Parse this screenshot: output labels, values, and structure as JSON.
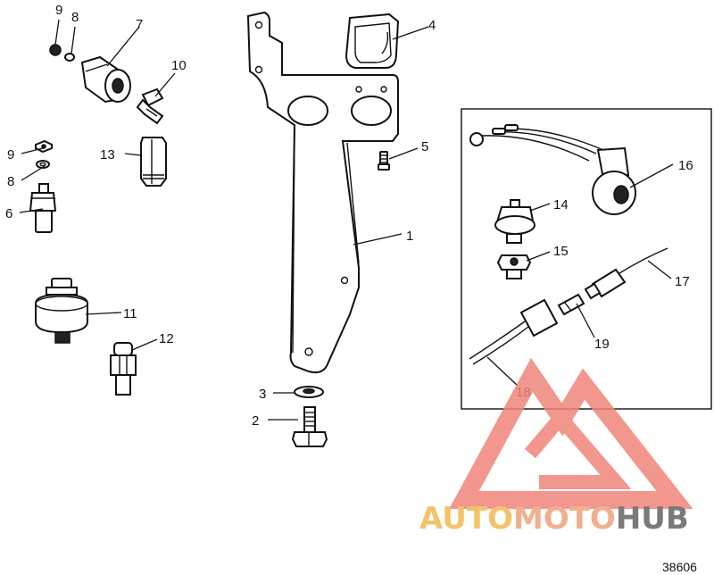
{
  "callouts": [
    "1",
    "2",
    "3",
    "4",
    "5",
    "6",
    "7",
    "8",
    "9",
    "10",
    "11",
    "12",
    "13",
    "14",
    "15",
    "16",
    "17",
    "18",
    "19"
  ],
  "figure_number": "38606",
  "watermark": {
    "part1": "AUTO",
    "part2": "MOTO",
    "part3": "HUB",
    "color_auto": "#f3c26a",
    "color_moto": "#f0b090",
    "color_hub": "#7a7a7a",
    "logo_color": "#f0857a"
  }
}
